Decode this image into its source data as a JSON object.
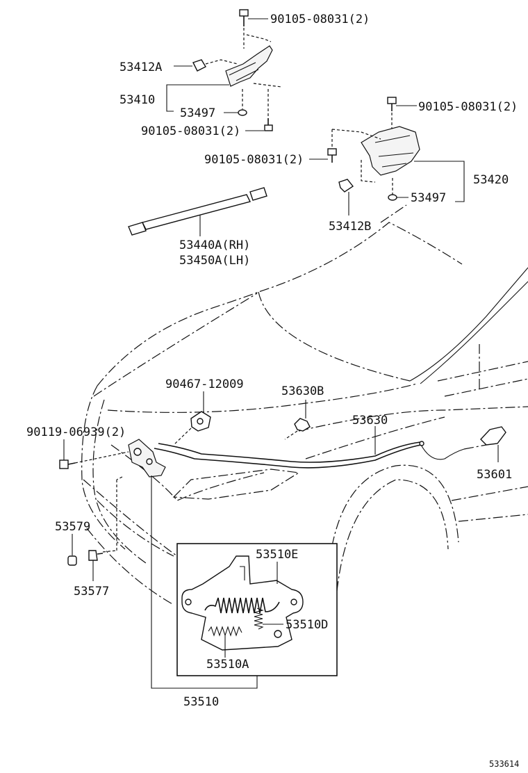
{
  "labels": {
    "bolt_top": "90105-08031(2)",
    "clip_a": "53412A",
    "hinge_lh": "53410",
    "washer_lh": "53497",
    "bolt_lh_bottom": "90105-08031(2)",
    "bolt_rh_top": "90105-08031(2)",
    "bolt_rh_left": "90105-08031(2)",
    "hinge_rh": "53420",
    "washer_rh": "53497",
    "clip_b": "53412B",
    "stay_rh": "53440A(RH)",
    "stay_lh": "53450A(LH)",
    "clamp": "90467-12009",
    "clip_cable": "53630B",
    "cable": "53630",
    "bolt_lock": "90119-06939(2)",
    "lever": "53601",
    "cushion": "53579",
    "bumper": "53577",
    "spring_e": "53510E",
    "spring_d": "53510D",
    "spring_a": "53510A",
    "lock_assy": "53510"
  },
  "footer": {
    "diagram_number": "533614"
  }
}
